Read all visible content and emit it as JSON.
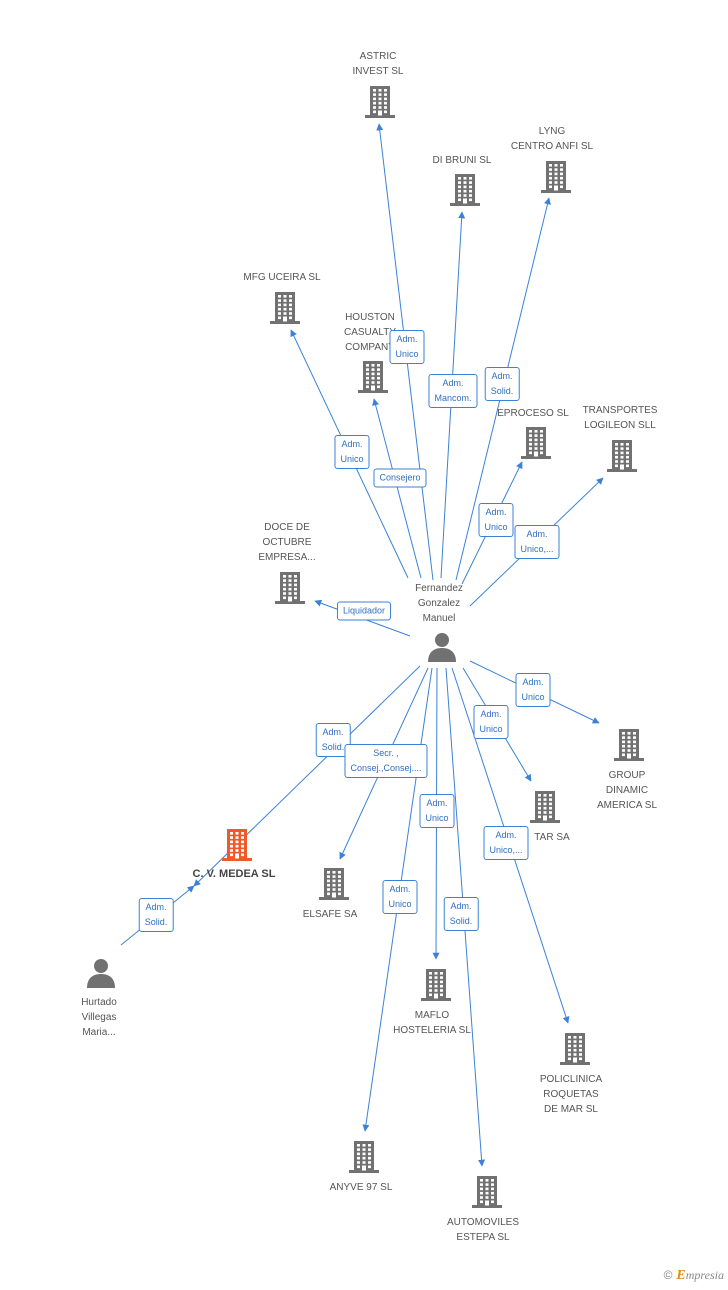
{
  "colors": {
    "building": "#717171",
    "building_highlight": "#f05a28",
    "person": "#717171",
    "edge": "#3b82d6",
    "role_text": "#2f6fc0"
  },
  "watermark": {
    "symbol": "©",
    "brand": "mpresia",
    "brand_initial": "E"
  },
  "nodes": [
    {
      "id": "fernandez",
      "type": "person",
      "lines": [
        "Fernandez",
        "Gonzalez",
        "Manuel"
      ]
    },
    {
      "id": "hurtado",
      "type": "person",
      "lines": [
        "Hurtado",
        "Villegas",
        "Maria..."
      ]
    },
    {
      "id": "cv_medea",
      "type": "company",
      "highlight": true,
      "lines": [
        "C. V. MEDEA SL"
      ]
    },
    {
      "id": "astric",
      "type": "company",
      "lines": [
        "ASTRIC",
        "INVEST SL"
      ]
    },
    {
      "id": "dibruni",
      "type": "company",
      "lines": [
        "DI BRUNI SL"
      ]
    },
    {
      "id": "lyng",
      "type": "company",
      "lines": [
        "LYNG",
        "CENTRO ANFI SL"
      ]
    },
    {
      "id": "mfg",
      "type": "company",
      "lines": [
        "MFG UCEIRA SL"
      ]
    },
    {
      "id": "houston",
      "type": "company",
      "lines": [
        "HOUSTON",
        "CASUALTY",
        "COMPANY"
      ]
    },
    {
      "id": "eproceso",
      "type": "company",
      "lines": [
        "EPROCESO SL"
      ]
    },
    {
      "id": "transportes",
      "type": "company",
      "lines": [
        "TRANSPORTES",
        "LOGILEON SLL"
      ]
    },
    {
      "id": "doce",
      "type": "company",
      "lines": [
        "DOCE DE",
        "OCTUBRE",
        "EMPRESA..."
      ]
    },
    {
      "id": "group",
      "type": "company",
      "lines": [
        "GROUP",
        "DINAMIC",
        "AMERICA SL"
      ]
    },
    {
      "id": "tar",
      "type": "company",
      "lines": [
        "TAR SA"
      ]
    },
    {
      "id": "elsafe",
      "type": "company",
      "lines": [
        "ELSAFE SA"
      ]
    },
    {
      "id": "maflo",
      "type": "company",
      "lines": [
        "MAFLO",
        "HOSTELERIA SL"
      ]
    },
    {
      "id": "policlinica",
      "type": "company",
      "lines": [
        "POLICLINICA",
        "ROQUETAS",
        "DE MAR SL"
      ]
    },
    {
      "id": "anyve",
      "type": "company",
      "lines": [
        "ANYVE 97 SL"
      ]
    },
    {
      "id": "automoviles",
      "type": "company",
      "lines": [
        "AUTOMOVILES",
        "ESTEPA SL"
      ]
    }
  ],
  "edges": [
    {
      "from": "fernandez",
      "to": "astric",
      "label": [
        "Adm.",
        "Unico"
      ]
    },
    {
      "from": "fernandez",
      "to": "dibruni",
      "label": [
        "Adm.",
        "Mancom."
      ]
    },
    {
      "from": "fernandez",
      "to": "lyng",
      "label": [
        "Adm.",
        "Solid."
      ]
    },
    {
      "from": "fernandez",
      "to": "mfg",
      "label": [
        "Adm.",
        "Unico"
      ]
    },
    {
      "from": "fernandez",
      "to": "houston",
      "label": [
        "Consejero"
      ]
    },
    {
      "from": "fernandez",
      "to": "eproceso",
      "label": [
        "Adm.",
        "Unico"
      ]
    },
    {
      "from": "fernandez",
      "to": "transportes",
      "label": [
        "Adm.",
        "Unico,..."
      ]
    },
    {
      "from": "fernandez",
      "to": "doce",
      "label": [
        "Liquidador"
      ]
    },
    {
      "from": "fernandez",
      "to": "group",
      "label": [
        "Adm.",
        "Unico"
      ]
    },
    {
      "from": "fernandez",
      "to": "tar",
      "label": [
        "Adm.",
        "Unico"
      ]
    },
    {
      "from": "fernandez",
      "to": "cv_medea",
      "label": [
        "Adm.",
        "Solid."
      ]
    },
    {
      "from": "fernandez",
      "to": "elsafe",
      "label": [
        "Secr. ,",
        "Consej.,Consej...."
      ]
    },
    {
      "from": "fernandez",
      "to": "maflo",
      "label": [
        "Adm.",
        "Unico"
      ]
    },
    {
      "from": "fernandez",
      "to": "policlinica",
      "label": [
        "Adm.",
        "Unico,..."
      ]
    },
    {
      "from": "fernandez",
      "to": "anyve",
      "label": [
        "Adm.",
        "Unico"
      ]
    },
    {
      "from": "fernandez",
      "to": "automoviles",
      "label": [
        "Adm.",
        "Solid."
      ]
    },
    {
      "from": "hurtado",
      "to": "cv_medea",
      "label": [
        "Adm.",
        "Solid."
      ]
    }
  ]
}
